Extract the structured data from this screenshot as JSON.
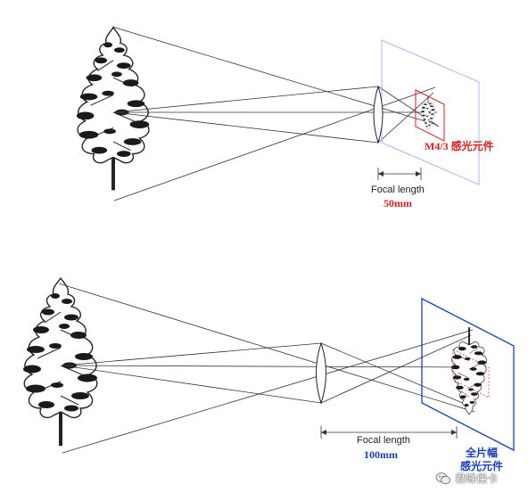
{
  "top_panel": {
    "sensor_label": "M4/3 感光元件",
    "focal_label": "Focal length",
    "focal_value": "50mm"
  },
  "bottom_panel": {
    "sensor_label_line1": "全片幅",
    "sensor_label_line2": "感光元件",
    "focal_label": "Focal length",
    "focal_value": "100mm"
  },
  "watermark": {
    "text": "君峰保卡",
    "icon": "wechat-logo-icon"
  },
  "colors": {
    "m43_accent": "#d42020",
    "fullframe_accent": "#1a3fb8",
    "top_sensor_frame": "#aabbee",
    "ray": "#333333"
  }
}
